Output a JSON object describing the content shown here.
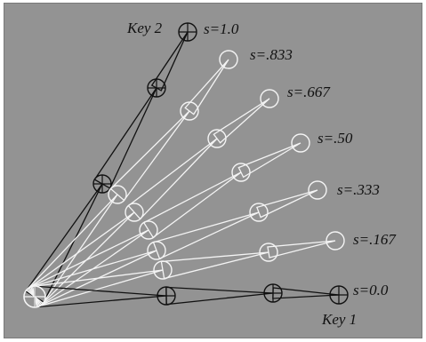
{
  "colors": {
    "background": "#939393",
    "key_stroke": "#111111",
    "inbetween_stroke": "#f4f4f4"
  },
  "labels": {
    "key2": "Key 2",
    "key1": "Key 1",
    "s_values": [
      "s=1.0",
      "s=.833",
      "s=.667",
      "s=.50",
      "s=.333",
      "s=.167",
      "s=0.0"
    ]
  }
}
